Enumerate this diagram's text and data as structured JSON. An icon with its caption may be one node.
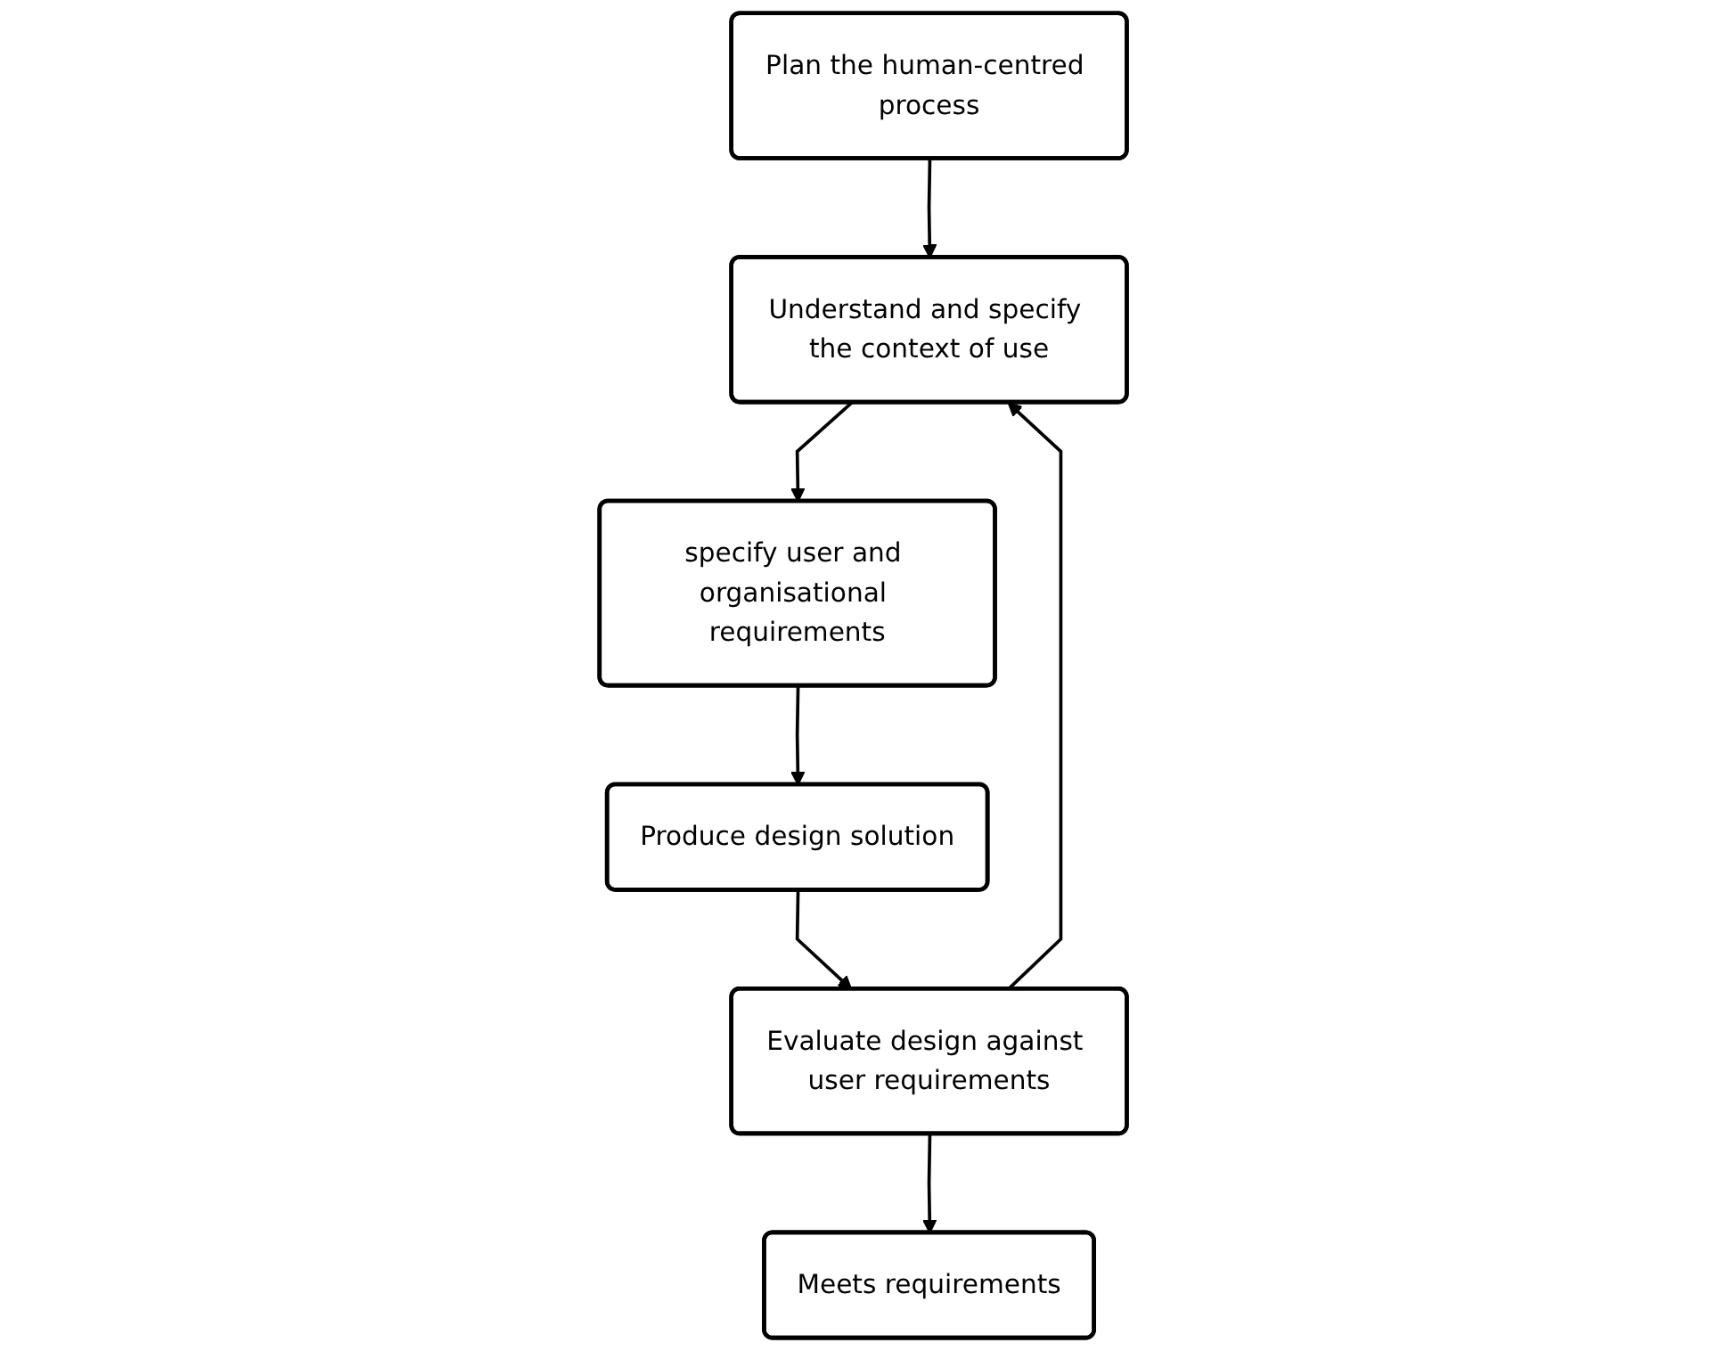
{
  "diagram": {
    "nodes": [
      {
        "text": [
          "Plan the human-centred process"
        ]
      },
      {
        "text": [
          "Meets requirements"
        ]
      },
      {
        "text": [
          "Understand and specify the context of use"
        ]
      },
      {
        "text": [
          "Evaluate design against user requirements"
        ]
      },
      {
        "text": [
          "specify user and organisational requirements"
        ]
      },
      {
        "text": [
          "Produce design solution"
        ]
      }
    ],
    "edges": [
      {
        "from": 0,
        "to": 2,
        "arrow": "to"
      },
      {
        "from": 2,
        "to": 4,
        "arrow": "to"
      },
      {
        "from": 4,
        "to": 5,
        "arrow": "to"
      },
      {
        "from": 5,
        "to": 3,
        "arrow": "to"
      },
      {
        "from": 3,
        "to": 2,
        "arrow": "to"
      },
      {
        "from": 3,
        "to": 1,
        "arrow": "to"
      }
    ]
  }
}
